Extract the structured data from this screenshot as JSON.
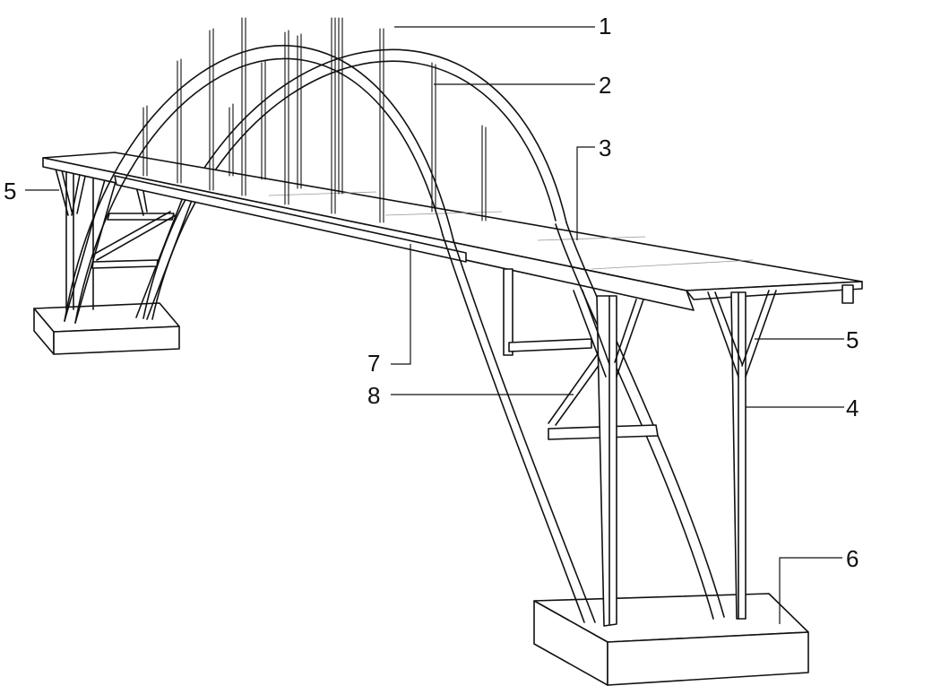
{
  "callouts": {
    "c1": "1",
    "c2": "2",
    "c3": "3",
    "c4": "4",
    "c5_left": "5",
    "c5_right": "5",
    "c6": "6",
    "c7": "7",
    "c8": "8"
  }
}
